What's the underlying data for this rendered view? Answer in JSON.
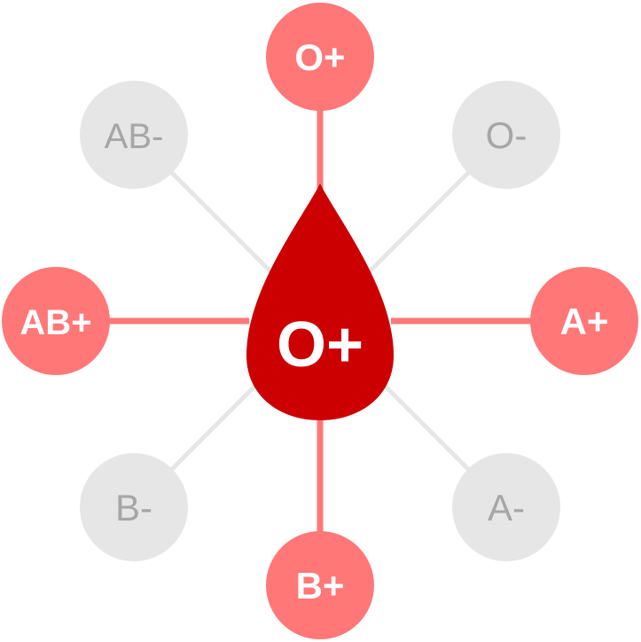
{
  "center": {
    "label": "O+",
    "color": "#cc0000",
    "icon": "blood-drop-icon"
  },
  "colors": {
    "compatible": "#ff7777",
    "incompatible": "#e6e6e6",
    "compatible_text": "#ffffff",
    "incompatible_text": "#a6a6a6"
  },
  "nodes": [
    {
      "id": "o-pos",
      "label": "O+",
      "compatible": true
    },
    {
      "id": "o-neg",
      "label": "O-",
      "compatible": false
    },
    {
      "id": "a-pos",
      "label": "A+",
      "compatible": true
    },
    {
      "id": "a-neg",
      "label": "A-",
      "compatible": false
    },
    {
      "id": "b-pos",
      "label": "B+",
      "compatible": true
    },
    {
      "id": "b-neg",
      "label": "B-",
      "compatible": false
    },
    {
      "id": "ab-pos",
      "label": "AB+",
      "compatible": true
    },
    {
      "id": "ab-neg",
      "label": "AB-",
      "compatible": false
    }
  ]
}
